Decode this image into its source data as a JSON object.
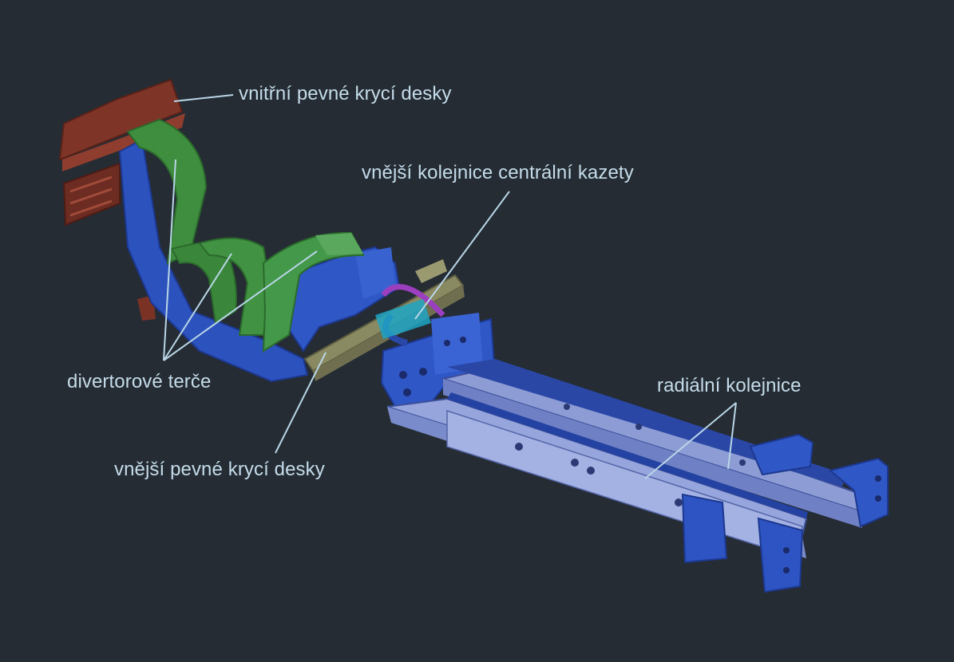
{
  "labels": {
    "inner_plates": "vnitřní pevné krycí desky",
    "central_rail": "vnější kolejnice centrální kazety",
    "divertor_targets": "divertorové terče",
    "radial_rails": "radiální kolejnice",
    "outer_plates": "vnější pevné krycí desky"
  },
  "colors": {
    "background": "#252c34",
    "label_text": "#c5dcea",
    "leader_line": "#b9d6e6",
    "cover_plates": "#8a3a2c",
    "targets": "#3f8e3f",
    "cassette_body": "#2f55c0",
    "rails": "#8f9fd8",
    "rail_guide": "#8a8a62"
  }
}
